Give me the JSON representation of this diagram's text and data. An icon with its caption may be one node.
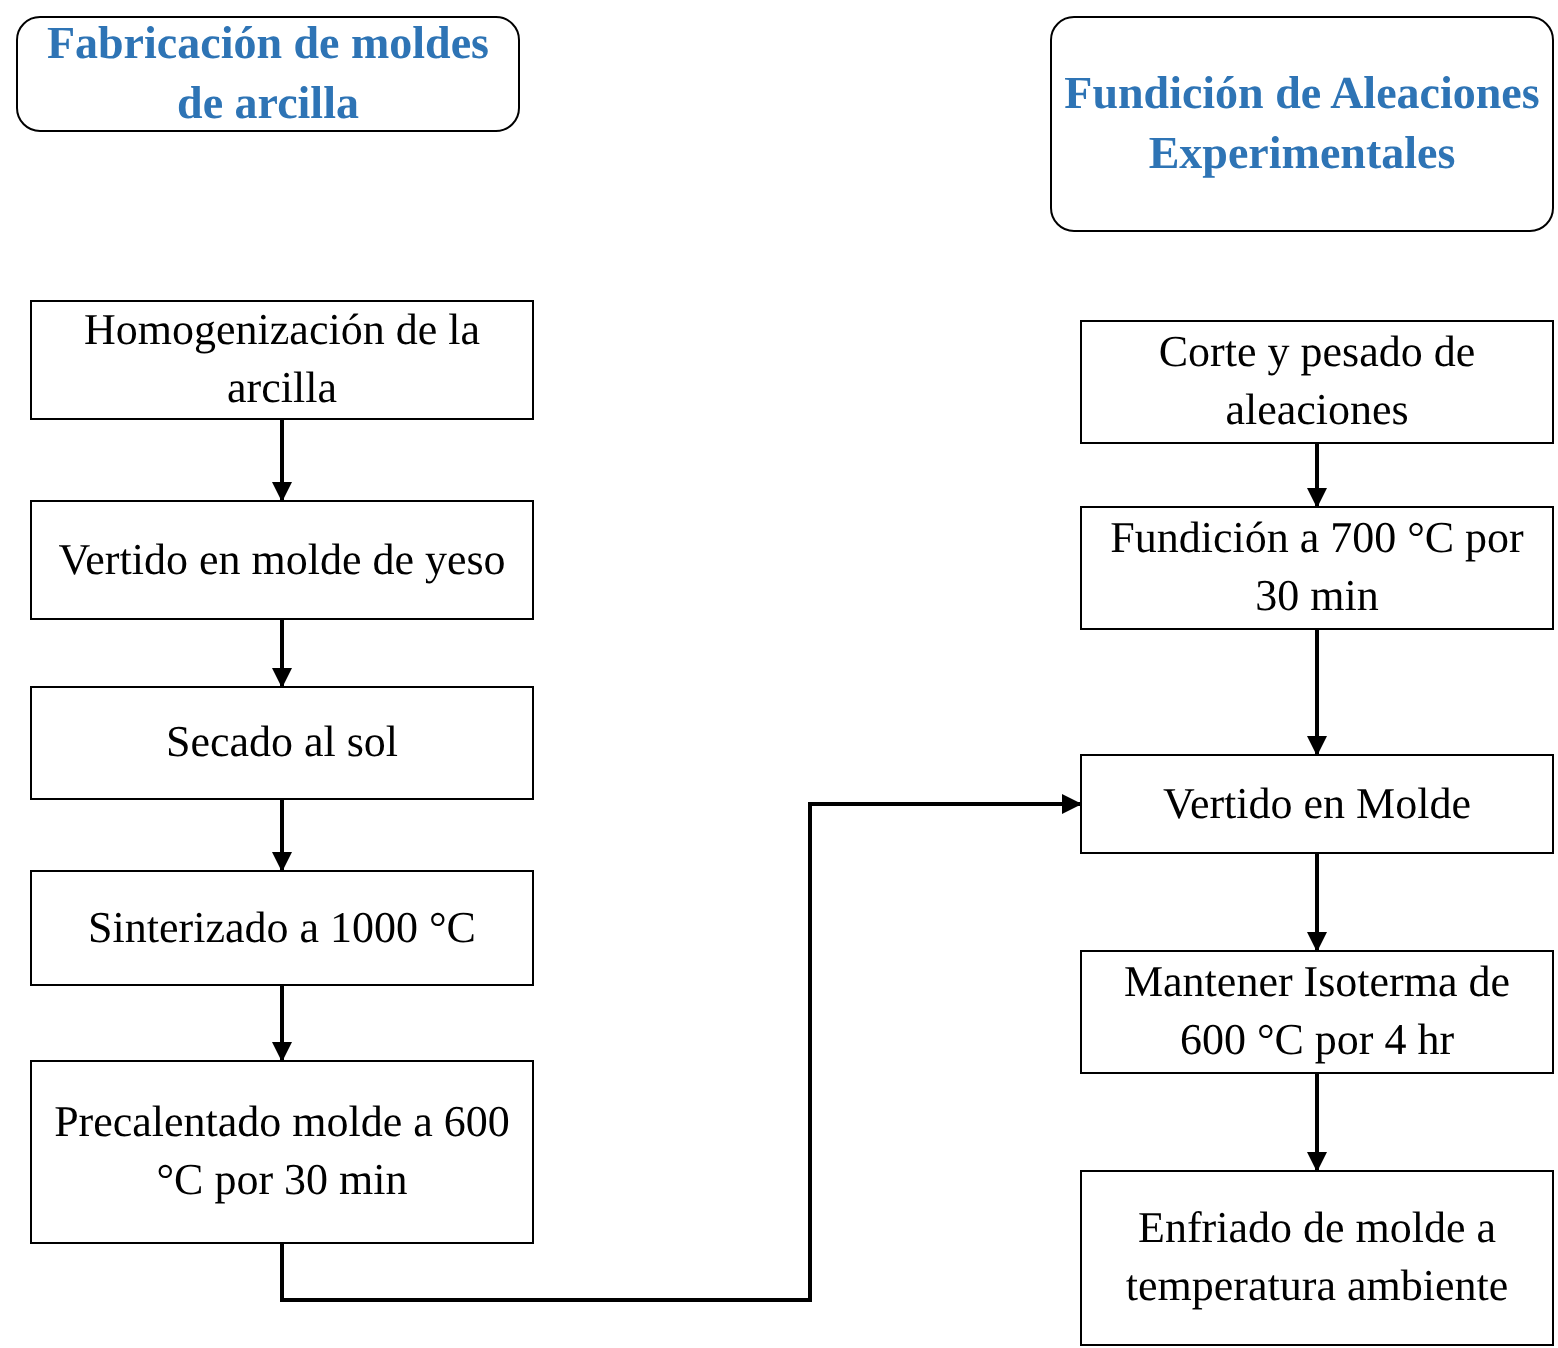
{
  "diagram": {
    "nodes": [
      {
        "text": [
          "Fabricación de moldes de arcilla"
        ]
      },
      {
        "text": [
          "Fundición de Aleaciones Experimentales"
        ]
      },
      {
        "text": [
          "Homogenización de la arcilla"
        ]
      },
      {
        "text": [
          "Vertido en molde de yeso"
        ]
      },
      {
        "text": [
          "Secado al sol"
        ]
      },
      {
        "text": [
          "Sinterizado a 1000 °C"
        ]
      },
      {
        "text": [
          "Precalentado molde a 600 °C por 30 min"
        ]
      },
      {
        "text": [
          "Corte y pesado de aleaciones"
        ]
      },
      {
        "text": [
          "Fundición a 700 °C por 30 min"
        ]
      },
      {
        "text": [
          "Vertido en Molde"
        ]
      },
      {
        "text": [
          "Mantener Isoterma de 600 °C por 4 hr"
        ]
      },
      {
        "text": [
          "Enfriado de molde a temperatura ambiente"
        ]
      }
    ],
    "edges": [
      {
        "from": 2,
        "to": 3,
        "arrow": "to"
      },
      {
        "from": 3,
        "to": 4,
        "arrow": "to"
      },
      {
        "from": 4,
        "to": 5,
        "arrow": "to"
      },
      {
        "from": 5,
        "to": 6,
        "arrow": "to"
      },
      {
        "from": 6,
        "to": 9,
        "arrow": "to"
      },
      {
        "from": 7,
        "to": 8,
        "arrow": "to"
      },
      {
        "from": 8,
        "to": 9,
        "arrow": "to"
      },
      {
        "from": 9,
        "to": 10,
        "arrow": "to"
      },
      {
        "from": 10,
        "to": 11,
        "arrow": "to"
      }
    ]
  }
}
